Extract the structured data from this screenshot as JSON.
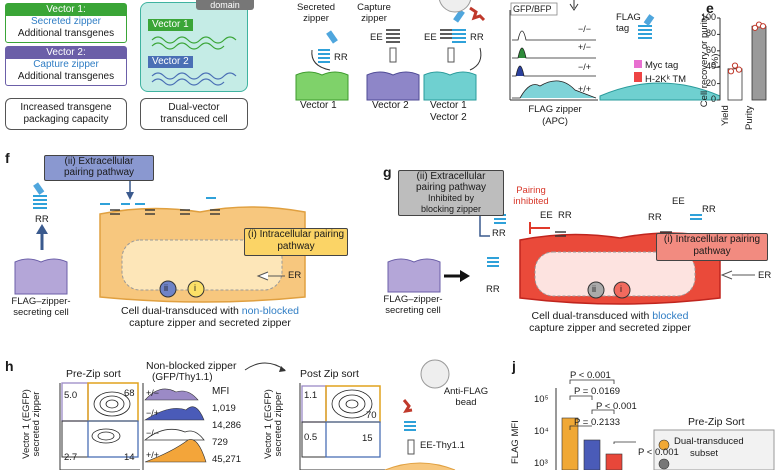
{
  "panel_letters": {
    "e": "e",
    "f": "f",
    "g": "g",
    "h": "h",
    "j": "j"
  },
  "panel_a": {
    "vector1_title": "Vector 1:",
    "vector1_line1": "Secreted zipper",
    "vector1_line2": "Additional transgenes",
    "vector2_title": "Vector 2:",
    "vector2_line1": "Capture zipper",
    "vector2_line2": "Additional transgenes",
    "caption": "Increased transgene packaging capacity"
  },
  "panel_b": {
    "domain_label": "domain",
    "vector1": "Vector 1",
    "vector2": "Vector 2",
    "caption": "Dual-vector transduced cell"
  },
  "panel_c": {
    "secreted_zipper": "Secreted zipper",
    "capture_zipper": "Capture zipper",
    "rr": "RR",
    "ee": "EE",
    "ee2": "EE",
    "rr2": "RR",
    "vector1": "Vector 1",
    "vector2": "Vector 2",
    "vector12_line1": "Vector 1",
    "vector12_line2": "Vector 2"
  },
  "panel_d": {
    "legend_header": "GFP/BFP",
    "rows": [
      "−/−",
      "+/−",
      "−/+",
      "+/+"
    ],
    "xlabel_line1": "FLAG zipper",
    "xlabel_line2": "(APC)",
    "flag_tag": "FLAG tag",
    "myc_tag": "Myc tag",
    "h2k_tm": "H-2Kᵏ TM"
  },
  "panel_e": {
    "ylabel": "Cell recovery or purity (%)",
    "ticks": [
      "0",
      "20",
      "40",
      "60",
      "80",
      "100"
    ],
    "categories": [
      "Yield",
      "Purity"
    ]
  },
  "chart_data": {
    "type": "bar",
    "categories": [
      "Yield",
      "Purity"
    ],
    "values": [
      38,
      90
    ],
    "points": [
      [
        35,
        42,
        37
      ],
      [
        88,
        92,
        90
      ]
    ],
    "title": "",
    "xlabel": "",
    "ylabel": "Cell recovery or purity (%)",
    "ylim": [
      0,
      100
    ]
  },
  "panel_f": {
    "pathway_ii_line1": "(ii) Extracellular",
    "pathway_ii_line2": "pairing pathway",
    "pathway_i_line1": "(i) Intracellular pairing",
    "pathway_i_line2": "pathway",
    "rr": "RR",
    "er": "ER",
    "secreting_line1": "FLAG–zipper-",
    "secreting_line2": "secreting cell",
    "ii": "ii",
    "i": "i",
    "caption_line1_pre": "Cell dual-transduced with ",
    "caption_line1_em": "non-blocked",
    "caption_line2": "capture zipper and secreted zipper"
  },
  "panel_g": {
    "pathway_ii_line1": "(ii) Extracellular",
    "pathway_ii_line2": "pairing pathway",
    "inhibited_line1": "Inhibited by",
    "inhibited_line2": "blocking zipper",
    "pairing_inhibited_line1": "Pairing",
    "pairing_inhibited_line2": "inhibited",
    "ee": "EE",
    "rr": "RR",
    "rr_left": "RR",
    "rr_mid": "RR",
    "ee_right": "EE",
    "rr_right": "RR",
    "pathway_i_line1": "(i) Intracellular pairing",
    "pathway_i_line2": "pathway",
    "er": "ER",
    "rr_bottom": "RR",
    "secreting_line1": "FLAG–zipper-",
    "secreting_line2": "secreting cell",
    "ii": "ii",
    "i": "i",
    "caption_line1_pre": "Cell dual-transduced with ",
    "caption_line1_em": "blocked",
    "caption_line2": "capture zipper and secreted zipper"
  },
  "panel_h": {
    "pre_zip_sort": "Pre-Zip sort",
    "non_blocked_zipper": "Non-blocked zipper",
    "gfp_thy": "(GFP/Thy1.1)",
    "mfi": "MFI",
    "ylabel_line1": "Vector 1 (EGFP)",
    "ylabel_line2": "secreted zipper",
    "q_ul": "5.0",
    "q_ur": "68",
    "q_ll": "2.7",
    "q_lr": "14",
    "hist_rows": [
      {
        "label": "+/−",
        "mfi": "1,019"
      },
      {
        "label": "−/+",
        "mfi": "14,286"
      },
      {
        "label": "−/−",
        "mfi": "729"
      },
      {
        "label": "+/+",
        "mfi": "45,271"
      }
    ],
    "post_zip_sort": "Post Zip sort",
    "post_q_ul": "1.1",
    "post_q_ur": "70",
    "post_q_ll": "0.5",
    "post_q_lr": "15",
    "anti_flag_line1": "Anti-FLAG",
    "anti_flag_line2": "bead",
    "ee_thy": "EE-Thy1.1"
  },
  "panel_j": {
    "p1": "P < 0.001",
    "p2": "P = 0.0169",
    "p3": "P < 0.001",
    "p4": "P = 0.2133",
    "p5": "P < 0.001",
    "ylabel": "FLAG MFI",
    "tick_105": "10⁵",
    "tick_104": "10⁴",
    "tick_103": "10³",
    "legend_title": "Pre-Zip Sort",
    "legend_item1_line1": "Dual-transduced",
    "legend_item1_line2": "subset"
  },
  "colors": {
    "green": "#5cc24a",
    "purple": "#9b8ac6",
    "teal": "#5cc8c8",
    "orange_cell": "#f7c77e",
    "red_cell": "#ea4a3a",
    "blue_zip": "#4fa6dd",
    "yellow_box": "#fbd466",
    "gray_box": "#bdbdbd"
  }
}
